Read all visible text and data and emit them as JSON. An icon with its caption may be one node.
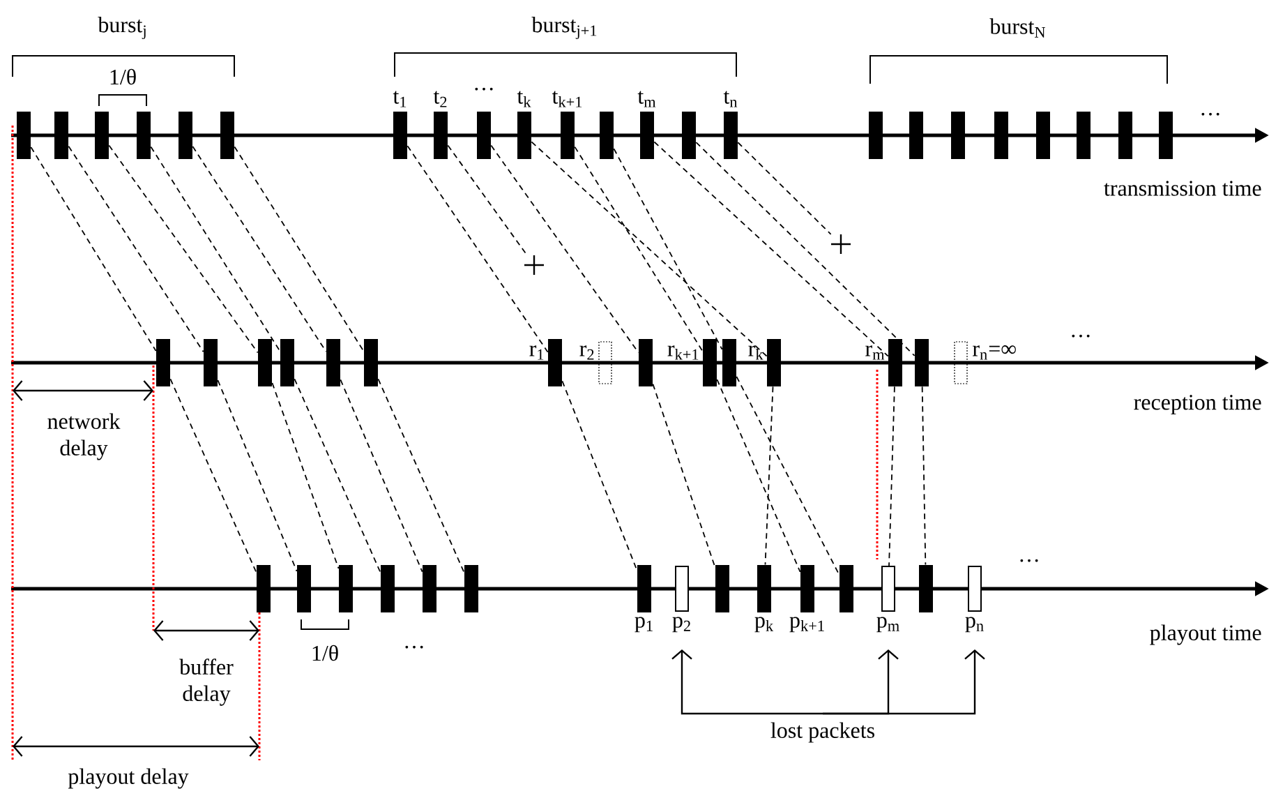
{
  "diagram": {
    "nodes": [
      {
        "text": [],
        "shape": "bar"
      },
      {
        "text": [],
        "shape": "bar"
      },
      {
        "text": [],
        "shape": "bar"
      },
      {
        "text": [],
        "shape": "bar"
      },
      {
        "text": [],
        "shape": "bar"
      },
      {
        "text": [],
        "shape": "bar"
      },
      {
        "text": [],
        "shape": "bar",
        "beside": [
          "t$_{1}$"
        ]
      },
      {
        "text": [],
        "shape": "bar",
        "beside": [
          "t$_{2}$"
        ]
      },
      {
        "text": [],
        "shape": "bar"
      },
      {
        "text": [],
        "shape": "bar",
        "beside": [
          "t$_{k}$"
        ]
      },
      {
        "text": [],
        "shape": "bar",
        "beside": [
          "t$_{k+1}$"
        ]
      },
      {
        "text": [],
        "shape": "bar"
      },
      {
        "text": [],
        "shape": "bar",
        "beside": [
          "t$_{m}$"
        ]
      },
      {
        "text": [],
        "shape": "bar"
      },
      {
        "text": [],
        "shape": "bar",
        "beside": [
          "t$_{n}$"
        ]
      },
      {
        "text": [],
        "shape": "bar"
      },
      {
        "text": [],
        "shape": "bar"
      },
      {
        "text": [],
        "shape": "bar"
      },
      {
        "text": [],
        "shape": "bar"
      },
      {
        "text": [],
        "shape": "bar"
      },
      {
        "text": [],
        "shape": "bar"
      },
      {
        "text": [],
        "shape": "bar"
      },
      {
        "text": [],
        "shape": "bar"
      },
      {
        "text": [],
        "shape": "cross"
      },
      {
        "text": [],
        "shape": "cross"
      },
      {
        "text": [],
        "shape": "bar"
      },
      {
        "text": [],
        "shape": "bar"
      },
      {
        "text": [],
        "shape": "bar"
      },
      {
        "text": [],
        "shape": "bar"
      },
      {
        "text": [],
        "shape": "bar"
      },
      {
        "text": [],
        "shape": "bar"
      },
      {
        "text": [],
        "shape": "bar",
        "beside": [
          "r$_{1}$"
        ]
      },
      {
        "text": [],
        "shape": "placeholder",
        "beside": [
          "r$_{2}$"
        ]
      },
      {
        "text": [],
        "shape": "bar"
      },
      {
        "text": [],
        "shape": "bar",
        "beside": [
          "r$_{k+1}$"
        ]
      },
      {
        "text": [],
        "shape": "bar"
      },
      {
        "text": [],
        "shape": "bar",
        "beside": [
          "r$_{k}$"
        ]
      },
      {
        "text": [],
        "shape": "bar",
        "beside": [
          "r$_{m}$"
        ]
      },
      {
        "text": [],
        "shape": "bar"
      },
      {
        "text": [],
        "shape": "placeholder",
        "beside": [
          "r$_{n}$=∞"
        ]
      },
      {
        "text": [],
        "shape": "bar"
      },
      {
        "text": [],
        "shape": "bar"
      },
      {
        "text": [],
        "shape": "bar"
      },
      {
        "text": [],
        "shape": "bar"
      },
      {
        "text": [],
        "shape": "bar"
      },
      {
        "text": [],
        "shape": "bar"
      },
      {
        "text": [],
        "shape": "bar",
        "beside": [
          "p$_{1}$"
        ]
      },
      {
        "text": [],
        "shape": "box",
        "beside": [
          "p$_{2}$"
        ]
      },
      {
        "text": [],
        "shape": "bar"
      },
      {
        "text": [],
        "shape": "bar",
        "beside": [
          "p$_{k}$"
        ]
      },
      {
        "text": [],
        "shape": "bar",
        "beside": [
          "p$_{k+1}$"
        ]
      },
      {
        "text": [],
        "shape": "bar"
      },
      {
        "text": [],
        "shape": "box",
        "beside": [
          "p$_{m}$"
        ]
      },
      {
        "text": [],
        "shape": "bar"
      },
      {
        "text": [],
        "shape": "box",
        "beside": [
          "p$_{n}$"
        ]
      },
      {
        "text": [
          "lost packets"
        ]
      }
    ],
    "edges": [
      {
        "from": 0,
        "to": 25,
        "arrow": "none",
        "style": "dashed"
      },
      {
        "from": 1,
        "to": 26,
        "arrow": "none",
        "style": "dashed"
      },
      {
        "from": 2,
        "to": 27,
        "arrow": "none",
        "style": "dashed"
      },
      {
        "from": 3,
        "to": 28,
        "arrow": "none",
        "style": "dashed"
      },
      {
        "from": 4,
        "to": 29,
        "arrow": "none",
        "style": "dashed"
      },
      {
        "from": 5,
        "to": 30,
        "arrow": "none",
        "style": "dashed"
      },
      {
        "from": 6,
        "to": 31,
        "arrow": "none",
        "style": "dashed"
      },
      {
        "from": 7,
        "to": 23,
        "arrow": "none",
        "style": "dashed"
      },
      {
        "from": 8,
        "to": 33,
        "arrow": "none",
        "style": "dashed"
      },
      {
        "from": 9,
        "to": 36,
        "arrow": "none",
        "style": "dashed"
      },
      {
        "from": 10,
        "to": 34,
        "arrow": "none",
        "style": "dashed"
      },
      {
        "from": 11,
        "to": 35,
        "arrow": "none",
        "style": "dashed"
      },
      {
        "from": 12,
        "to": 37,
        "arrow": "none",
        "style": "dashed"
      },
      {
        "from": 13,
        "to": 38,
        "arrow": "none",
        "style": "dashed"
      },
      {
        "from": 14,
        "to": 24,
        "arrow": "none",
        "style": "dashed"
      },
      {
        "from": 25,
        "to": 40,
        "arrow": "none",
        "style": "dashed"
      },
      {
        "from": 26,
        "to": 41,
        "arrow": "none",
        "style": "dashed"
      },
      {
        "from": 27,
        "to": 42,
        "arrow": "none",
        "style": "dashed"
      },
      {
        "from": 28,
        "to": 43,
        "arrow": "none",
        "style": "dashed"
      },
      {
        "from": 29,
        "to": 44,
        "arrow": "none",
        "style": "dashed"
      },
      {
        "from": 30,
        "to": 45,
        "arrow": "none",
        "style": "dashed"
      },
      {
        "from": 31,
        "to": 46,
        "arrow": "none",
        "style": "dashed"
      },
      {
        "from": 33,
        "to": 48,
        "arrow": "none",
        "style": "dashed"
      },
      {
        "from": 34,
        "to": 50,
        "arrow": "none",
        "style": "dashed"
      },
      {
        "from": 35,
        "to": 51,
        "arrow": "none",
        "style": "dashed"
      },
      {
        "from": 36,
        "to": 49,
        "arrow": "none",
        "style": "dashed"
      },
      {
        "from": 37,
        "to": 52,
        "arrow": "none",
        "style": "dashed"
      },
      {
        "from": 38,
        "to": 53,
        "arrow": "none",
        "style": "dashed"
      },
      {
        "from": 55,
        "to": 47,
        "arrow": "to"
      },
      {
        "from": 55,
        "to": 52,
        "arrow": "to"
      },
      {
        "from": 55,
        "to": 54,
        "arrow": "to"
      }
    ],
    "labels": [
      "burst$_{j}$",
      "burst$_{j+1}$",
      "burst$_{N}$",
      "1/θ",
      "···",
      "···",
      "transmission time",
      "···",
      "reception time",
      "network delay",
      "···",
      "playout time",
      "···",
      "1/θ",
      "buffer delay",
      "playout delay"
    ]
  }
}
